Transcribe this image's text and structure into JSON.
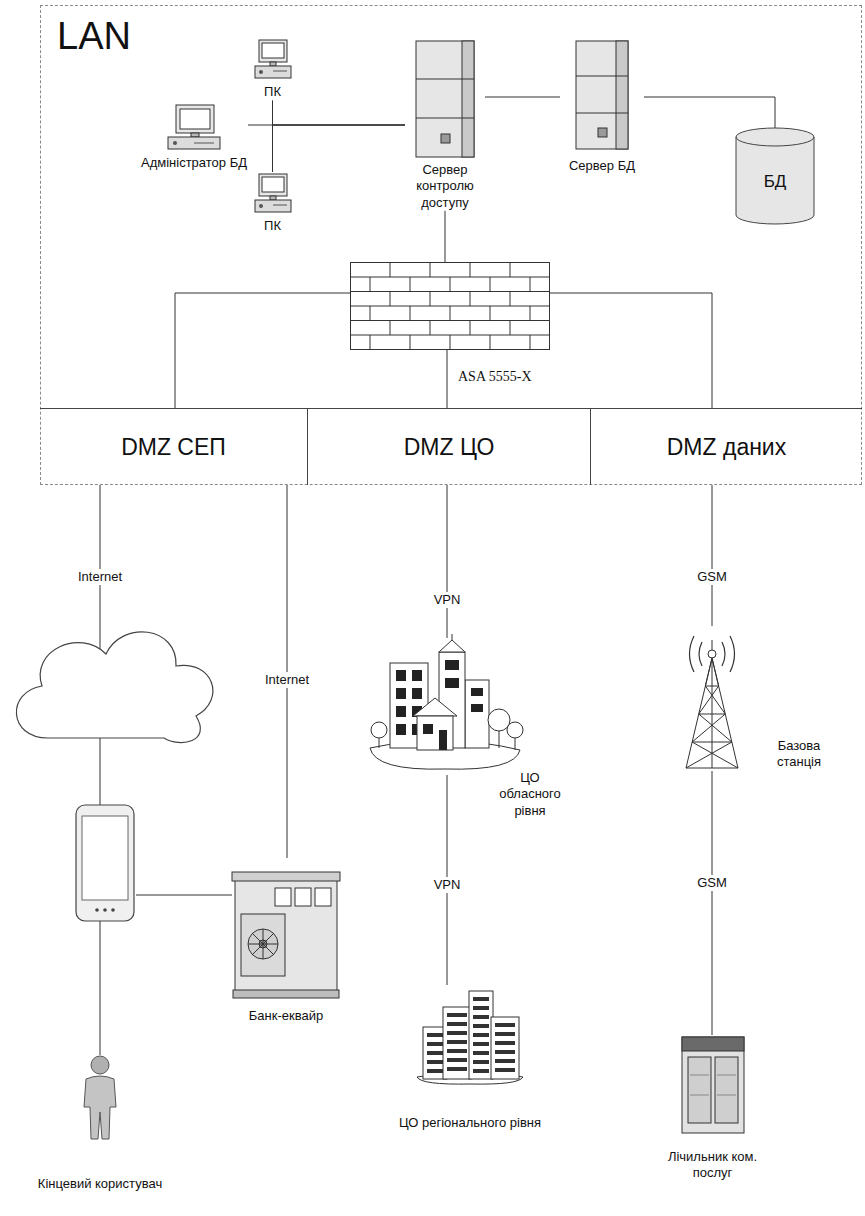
{
  "diagram": {
    "nodes": [
      {
        "text": [
          "LAN"
        ]
      },
      {
        "text": [
          "ПК"
        ],
        "in": 0
      },
      {
        "text": [
          "Адміністратор БД"
        ],
        "in": 0
      },
      {
        "text": [
          "ПК"
        ],
        "in": 0
      },
      {
        "text": [
          "Сервер контролю доступу"
        ],
        "in": 0
      },
      {
        "text": [
          "Сервер БД"
        ],
        "in": 0
      },
      {
        "text": [
          "БД"
        ],
        "in": 0
      },
      {
        "text": [
          "ASA 5555-X"
        ],
        "in": 0
      },
      {
        "text": [
          "DMZ СЕП"
        ],
        "in": 0
      },
      {
        "text": [
          "DMZ ЦО"
        ],
        "in": 0
      },
      {
        "text": [
          "DMZ даних"
        ],
        "in": 0
      },
      {
        "text": [
          "Кінцевий користувач"
        ]
      },
      {
        "text": [
          "Банк-еквайр"
        ]
      },
      {
        "text": [
          "ЦО обласного рівня"
        ]
      },
      {
        "text": [
          "ЦО регіонального рівня"
        ]
      },
      {
        "text": [
          "Базова станція"
        ]
      },
      {
        "text": [
          "Лічильник ком. послуг"
        ]
      }
    ],
    "edges": [
      {
        "from": 1,
        "to": 4,
        "arrow": "none"
      },
      {
        "from": 2,
        "to": 4,
        "arrow": "none"
      },
      {
        "from": 3,
        "to": 4,
        "arrow": "none"
      },
      {
        "from": 4,
        "to": 5,
        "arrow": "none"
      },
      {
        "from": 5,
        "to": 6,
        "arrow": "none"
      },
      {
        "from": 4,
        "to": 7,
        "arrow": "none"
      },
      {
        "from": 7,
        "to": 8,
        "arrow": "none"
      },
      {
        "from": 7,
        "to": 9,
        "arrow": "none"
      },
      {
        "from": 7,
        "to": 10,
        "arrow": "none"
      },
      {
        "from": 8,
        "to": 11,
        "label": "Internet",
        "arrow": "none"
      },
      {
        "from": 8,
        "to": 12,
        "label": "Internet",
        "arrow": "none"
      },
      {
        "from": 9,
        "to": 13,
        "label": "VPN",
        "arrow": "none"
      },
      {
        "from": 13,
        "to": 14,
        "label": "VPN",
        "arrow": "none"
      },
      {
        "from": 10,
        "to": 15,
        "label": "GSM",
        "arrow": "none"
      },
      {
        "from": 15,
        "to": 16,
        "label": "GSM",
        "arrow": "none"
      }
    ]
  }
}
